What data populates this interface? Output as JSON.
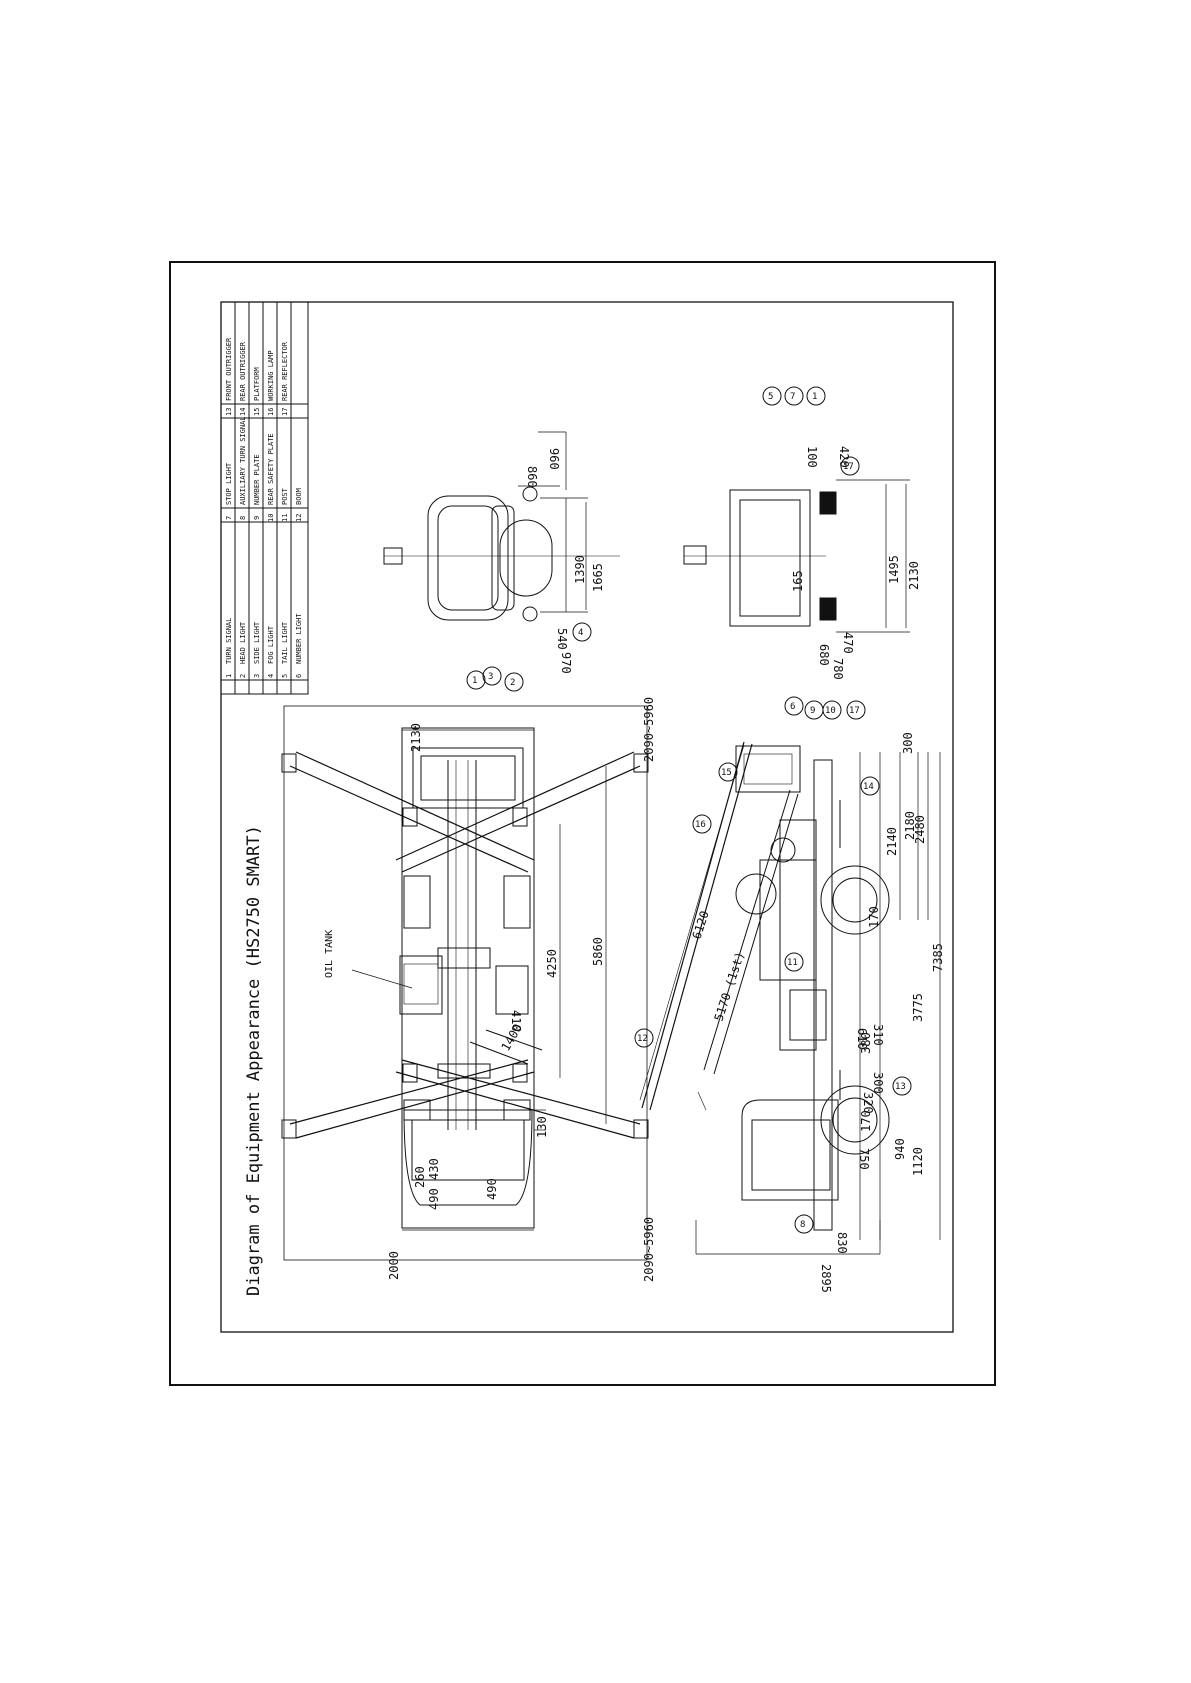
{
  "title": "Diagram of Equipment Appearance (HS2750 SMART)",
  "oil_tank_label": "OIL TANK",
  "legend": [
    {
      "no": "1",
      "name": "TURN SIGNAL"
    },
    {
      "no": "2",
      "name": "HEAD LIGHT"
    },
    {
      "no": "3",
      "name": "SIDE LIGHT"
    },
    {
      "no": "4",
      "name": "FOG LIGHT"
    },
    {
      "no": "5",
      "name": "TAIL LIGHT"
    },
    {
      "no": "6",
      "name": "NUMBER LIGHT"
    },
    {
      "no": "7",
      "name": "STOP LIGHT"
    },
    {
      "no": "8",
      "name": "AUXILIARY TURN SIGNAL"
    },
    {
      "no": "9",
      "name": "NUMBER PLATE"
    },
    {
      "no": "10",
      "name": "REAR SAFETY PLATE"
    },
    {
      "no": "11",
      "name": "POST"
    },
    {
      "no": "12",
      "name": "BOOM"
    },
    {
      "no": "13",
      "name": "FRONT OUTRIGGER"
    },
    {
      "no": "14",
      "name": "REAR OUTRIGGER"
    },
    {
      "no": "15",
      "name": "PLATFORM"
    },
    {
      "no": "16",
      "name": "WORKING LAMP"
    },
    {
      "no": "17",
      "name": "REAR REFLECTOR"
    }
  ],
  "top_view_dims": {
    "d_2090_5960_left": "2090~5960",
    "d_2090_5960_right": "2090~5960",
    "d_2130": "2130",
    "d_2000": "2000",
    "d_4250": "4250",
    "d_5860": "5860",
    "d_410": "410",
    "d_1400": "1400",
    "d_130": "130",
    "d_490a": "490",
    "d_430": "430",
    "d_490b": "490",
    "d_260": "260"
  },
  "side_view_dims": {
    "d_6120": "6120",
    "d_5170": "5170 (1st)",
    "d_2895": "2895",
    "d_830": "830",
    "d_1120": "1120",
    "d_940": "940",
    "d_750": "750",
    "d_170a": "170",
    "d_320": "320",
    "d_300a": "300",
    "d_380": "380",
    "d_310": "310",
    "d_610": "610",
    "d_3775": "3775",
    "d_7385": "7385",
    "d_170b": "170",
    "d_2140": "2140",
    "d_2180": "2180",
    "d_2480": "2480",
    "d_300b": "300"
  },
  "front_view_dims": {
    "d_960": "960",
    "d_860": "860",
    "d_1390": "1390",
    "d_1665": "1665",
    "d_540": "540",
    "d_970": "970"
  },
  "rear_view_dims": {
    "d_100": "100",
    "d_420": "420",
    "d_1495": "1495",
    "d_2130": "2130",
    "d_165": "165",
    "d_470": "470",
    "d_680": "680",
    "d_780": "780"
  },
  "callouts": {
    "c1": "1",
    "c2": "2",
    "c3": "3",
    "c4": "4",
    "c5": "5",
    "c6": "6",
    "c7": "7",
    "c8": "8",
    "c9": "9",
    "c10": "10",
    "c11": "11",
    "c12": "12",
    "c13": "13",
    "c14": "14",
    "c15": "15",
    "c16": "16",
    "c17": "17"
  }
}
